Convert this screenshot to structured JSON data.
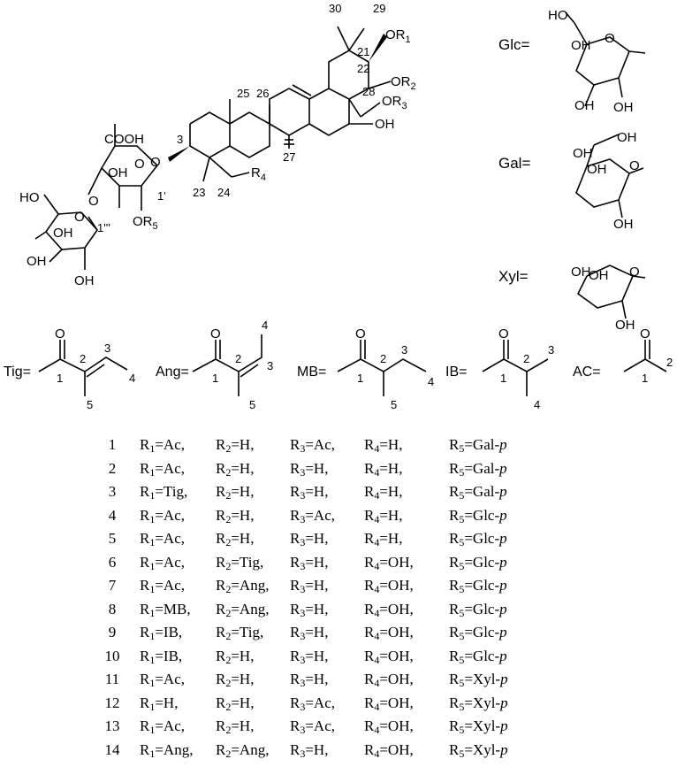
{
  "structure": {
    "numbers": [
      "30",
      "29",
      "21",
      "22",
      "28",
      "25",
      "26",
      "27",
      "3",
      "23",
      "24",
      "1'",
      "1'''"
    ],
    "groups": {
      "or1": "OR1",
      "or2": "OR2",
      "or3": "OR3",
      "oh_c16": "OH",
      "cooh": "COOH",
      "r4": "R4",
      "or5": "OR5",
      "oh": "OH",
      "ho": "HO",
      "o": "O"
    }
  },
  "sugars": [
    {
      "label": "Glc="
    },
    {
      "label": "Gal="
    },
    {
      "label": "Xyl="
    }
  ],
  "acyl_groups": [
    {
      "label": "Tig=",
      "numbers": [
        "1",
        "2",
        "3",
        "4",
        "5"
      ]
    },
    {
      "label": "Ang=",
      "numbers": [
        "1",
        "2",
        "3",
        "4",
        "5"
      ]
    },
    {
      "label": "MB=",
      "numbers": [
        "1",
        "2",
        "3",
        "4",
        "5"
      ]
    },
    {
      "label": "IB=",
      "numbers": [
        "1",
        "2",
        "3",
        "4"
      ]
    },
    {
      "label": "AC=",
      "numbers": [
        "1",
        "2"
      ]
    }
  ],
  "compounds": [
    {
      "no": "1",
      "r1": "Ac",
      "r2": "H",
      "r3": "Ac",
      "r4": "H",
      "r5": "Gal"
    },
    {
      "no": "2",
      "r1": "Ac",
      "r2": "H",
      "r3": "H",
      "r4": "H",
      "r5": "Gal"
    },
    {
      "no": "3",
      "r1": "Tig",
      "r2": "H",
      "r3": "H",
      "r4": "H",
      "r5": "Gal"
    },
    {
      "no": "4",
      "r1": "Ac",
      "r2": "H",
      "r3": "Ac",
      "r4": "H",
      "r5": "Glc"
    },
    {
      "no": "5",
      "r1": "Ac",
      "r2": "H",
      "r3": "H",
      "r4": "H",
      "r5": "Glc"
    },
    {
      "no": "6",
      "r1": "Ac",
      "r2": "Tig",
      "r3": "H",
      "r4": "OH",
      "r5": "Glc"
    },
    {
      "no": "7",
      "r1": "Ac",
      "r2": "Ang",
      "r3": "H",
      "r4": "OH",
      "r5": "Glc"
    },
    {
      "no": "8",
      "r1": "MB",
      "r2": "Ang",
      "r3": "H",
      "r4": "OH",
      "r5": "Glc"
    },
    {
      "no": "9",
      "r1": "IB",
      "r2": "Tig",
      "r3": "H",
      "r4": "OH",
      "r5": "Glc"
    },
    {
      "no": "10",
      "r1": "IB",
      "r2": "H",
      "r3": "H",
      "r4": "OH",
      "r5": "Glc"
    },
    {
      "no": "11",
      "r1": "Ac",
      "r2": "H",
      "r3": "H",
      "r4": "OH",
      "r5": "Xyl"
    },
    {
      "no": "12",
      "r1": "H",
      "r2": "H",
      "r3": "Ac",
      "r4": "OH",
      "r5": "Xyl"
    },
    {
      "no": "13",
      "r1": "Ac",
      "r2": "H",
      "r3": "Ac",
      "r4": "OH",
      "r5": "Xyl"
    },
    {
      "no": "14",
      "r1": "Ang",
      "r2": "Ang",
      "r3": "H",
      "r4": "OH",
      "r5": "Xyl"
    }
  ]
}
